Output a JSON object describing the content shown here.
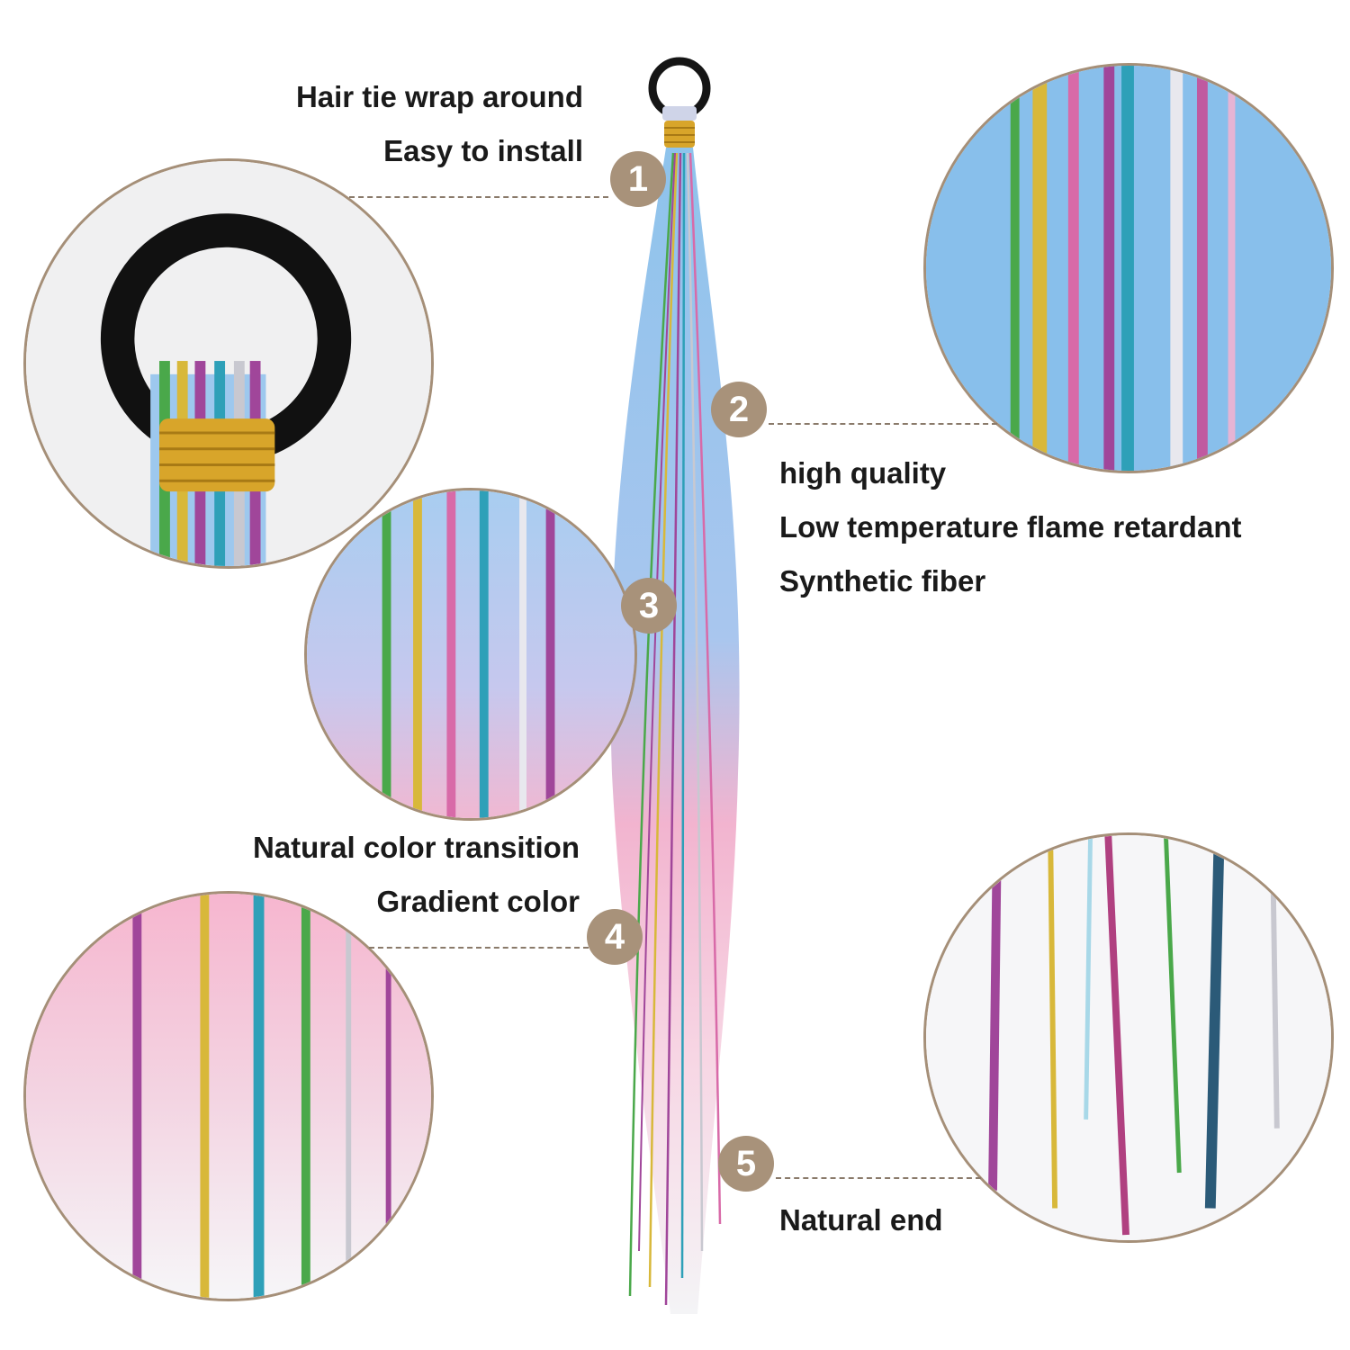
{
  "callouts": [
    {
      "number": "1",
      "lines": [
        "Hair tie wrap around",
        "Easy to install"
      ]
    },
    {
      "number": "2",
      "lines": [
        "high quality",
        "Low temperature flame retardant",
        "Synthetic fiber"
      ]
    },
    {
      "number": "3",
      "lines": []
    },
    {
      "number": "4",
      "lines": [
        "Natural color transition",
        "Gradient color"
      ]
    },
    {
      "number": "5",
      "lines": [
        "Natural end"
      ]
    }
  ],
  "colors": {
    "badge": "#a8927a",
    "blue_hair": "#8ec3ec",
    "pink_hair": "#f4b6cf",
    "white_hair": "#f4f4f6",
    "tinsel_gold": "#d8b83a",
    "tinsel_green": "#4aa84a",
    "tinsel_purple": "#a0469a",
    "tinsel_teal": "#2ea0b8",
    "tinsel_silver": "#c8c8d0"
  },
  "icons": [
    "hair-tie-icon",
    "ponytail-extension-icon"
  ]
}
